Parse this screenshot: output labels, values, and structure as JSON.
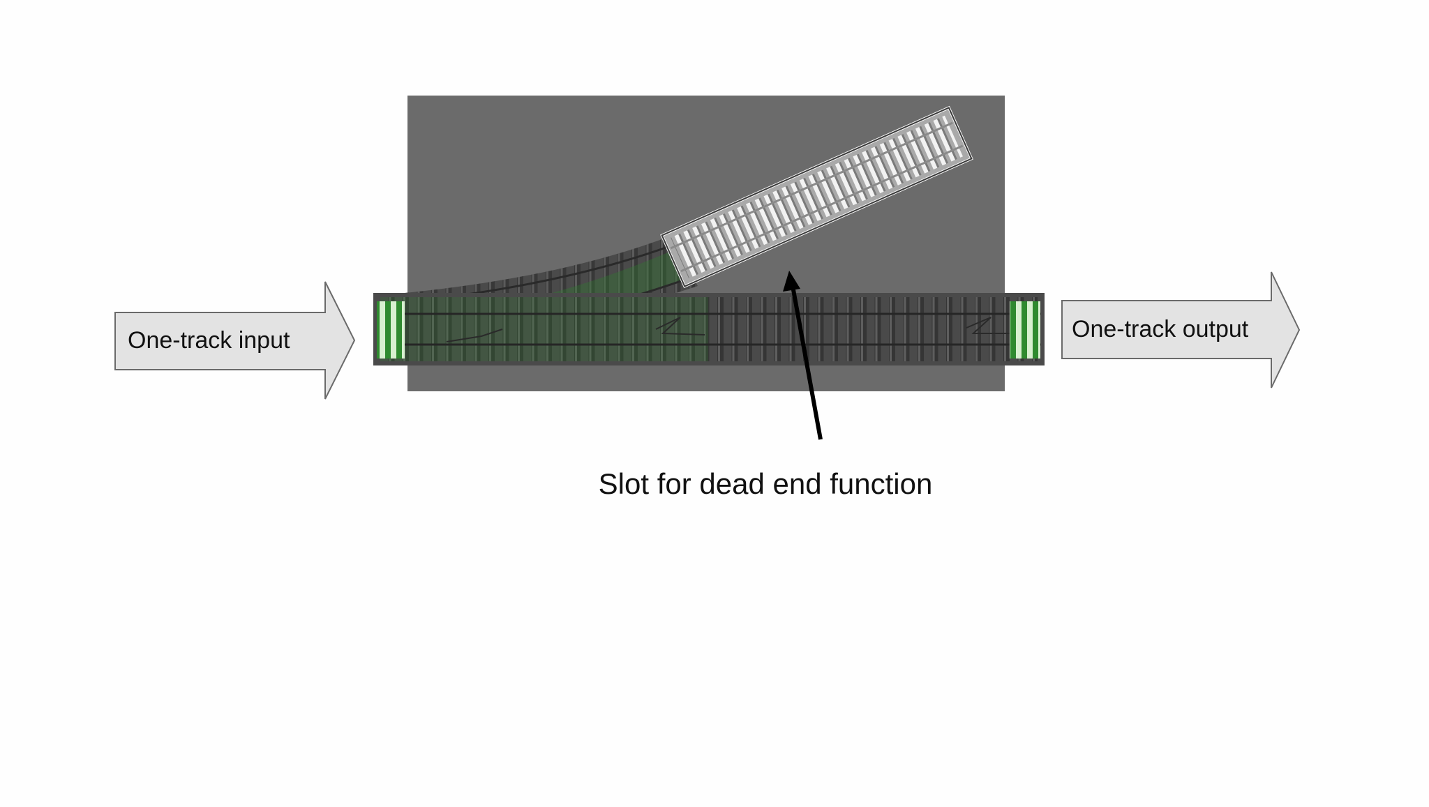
{
  "diagram": {
    "input_label": "One-track input",
    "output_label": "One-track output",
    "callout_label": "Slot for dead end function",
    "colors": {
      "background": "#fefefe",
      "board": "#6b6b6b",
      "track_bed": "#4a4a4a",
      "siding_bed": "#a9a9a9",
      "arrow_fill": "#e3e3e3",
      "arrow_stroke": "#6a6a6a",
      "accent_green": "#2f8a2f",
      "pointer": "#000000",
      "text": "#111111"
    }
  }
}
